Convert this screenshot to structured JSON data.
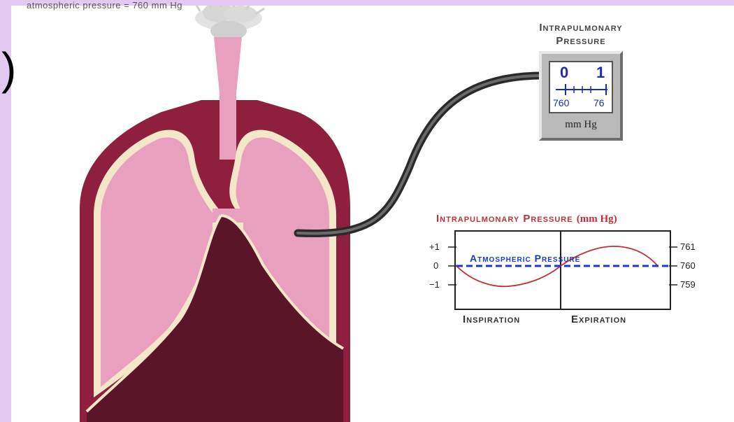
{
  "caption": "atmospheric pressure = 760 mm Hg",
  "left_glyph": ")",
  "gauge": {
    "title_line1": "Intrapulmonary",
    "title_line2": "Pressure",
    "value_top_left": "0",
    "value_top_right": "1",
    "value_bottom_left": "760",
    "value_bottom_right": "76",
    "unit": "mm Hg"
  },
  "chart": {
    "title": "Intrapulmonary Pressure",
    "unit": "(mm Hg)",
    "left_ticks": [
      "+1",
      "0",
      "−1"
    ],
    "right_ticks": [
      "761",
      "760",
      "759"
    ],
    "atm_label": "Atmospheric Pressure",
    "phase_inspiration": "Inspiration",
    "phase_expiration": "Expiration"
  },
  "colors": {
    "background": "#e3c8f2",
    "lung_pink": "#e9a0bf",
    "tissue_maroon": "#8e1f3f",
    "cavity_dark": "#5a1528",
    "outline_cream": "#f4e7c9",
    "gauge_blue": "#1b2fa8",
    "curve_red": "#c0303a",
    "atm_blue": "#1f37c4"
  }
}
